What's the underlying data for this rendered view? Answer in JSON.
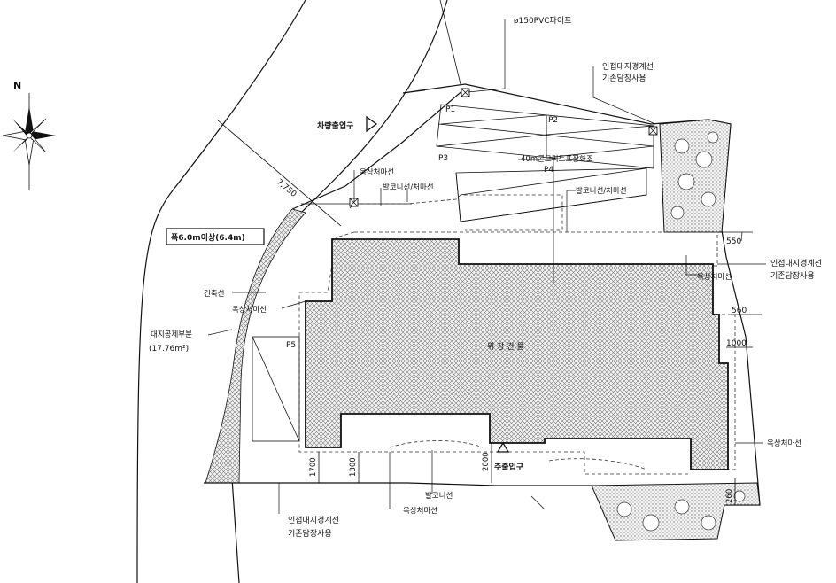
{
  "north_label": "N",
  "labels": {
    "pvc_pipe": "ø150PVC파이프",
    "boundary_top_1": "인접대지경계선",
    "boundary_top_2": "기존담장사용",
    "boundary_right_1": "인접대지경계선",
    "boundary_right_2": "기존담장사용",
    "boundary_bottom_1": "인접대지경계선",
    "boundary_bottom_2": "기존담장사용",
    "vehicle_entrance": "차량출입구",
    "road_width": "폭6.0m이상(6.4m)",
    "dim_7750": "7,750",
    "roof_eave_1": "옥상처마선",
    "balcony_eave_1": "발코니선/처마선",
    "concrete_paving": "40m콘크리트포장화조",
    "balcony_eave_2": "발코니선/처마선",
    "building_line": "건축선",
    "roof_eave_2": "옥상처마선",
    "open_space_1": "대지공제부분",
    "open_space_2": "(17.76m²)",
    "building": "위 장 건 물",
    "roof_eave_right": "옥상처마선",
    "roof_eave_bottom_right": "옥상처마선",
    "main_entrance": "주출입구",
    "balcony_line": "발코니선",
    "roof_eave_bottom": "옥상처마선",
    "p1": "P1",
    "p2": "P2",
    "p3": "P3",
    "p4": "P4",
    "p5": "P5",
    "dim_550": "550",
    "dim_560": "560",
    "dim_1000": "1000",
    "dim_1700": "1700",
    "dim_1300": "1300",
    "dim_2000": "2000",
    "dim_260": "260"
  }
}
